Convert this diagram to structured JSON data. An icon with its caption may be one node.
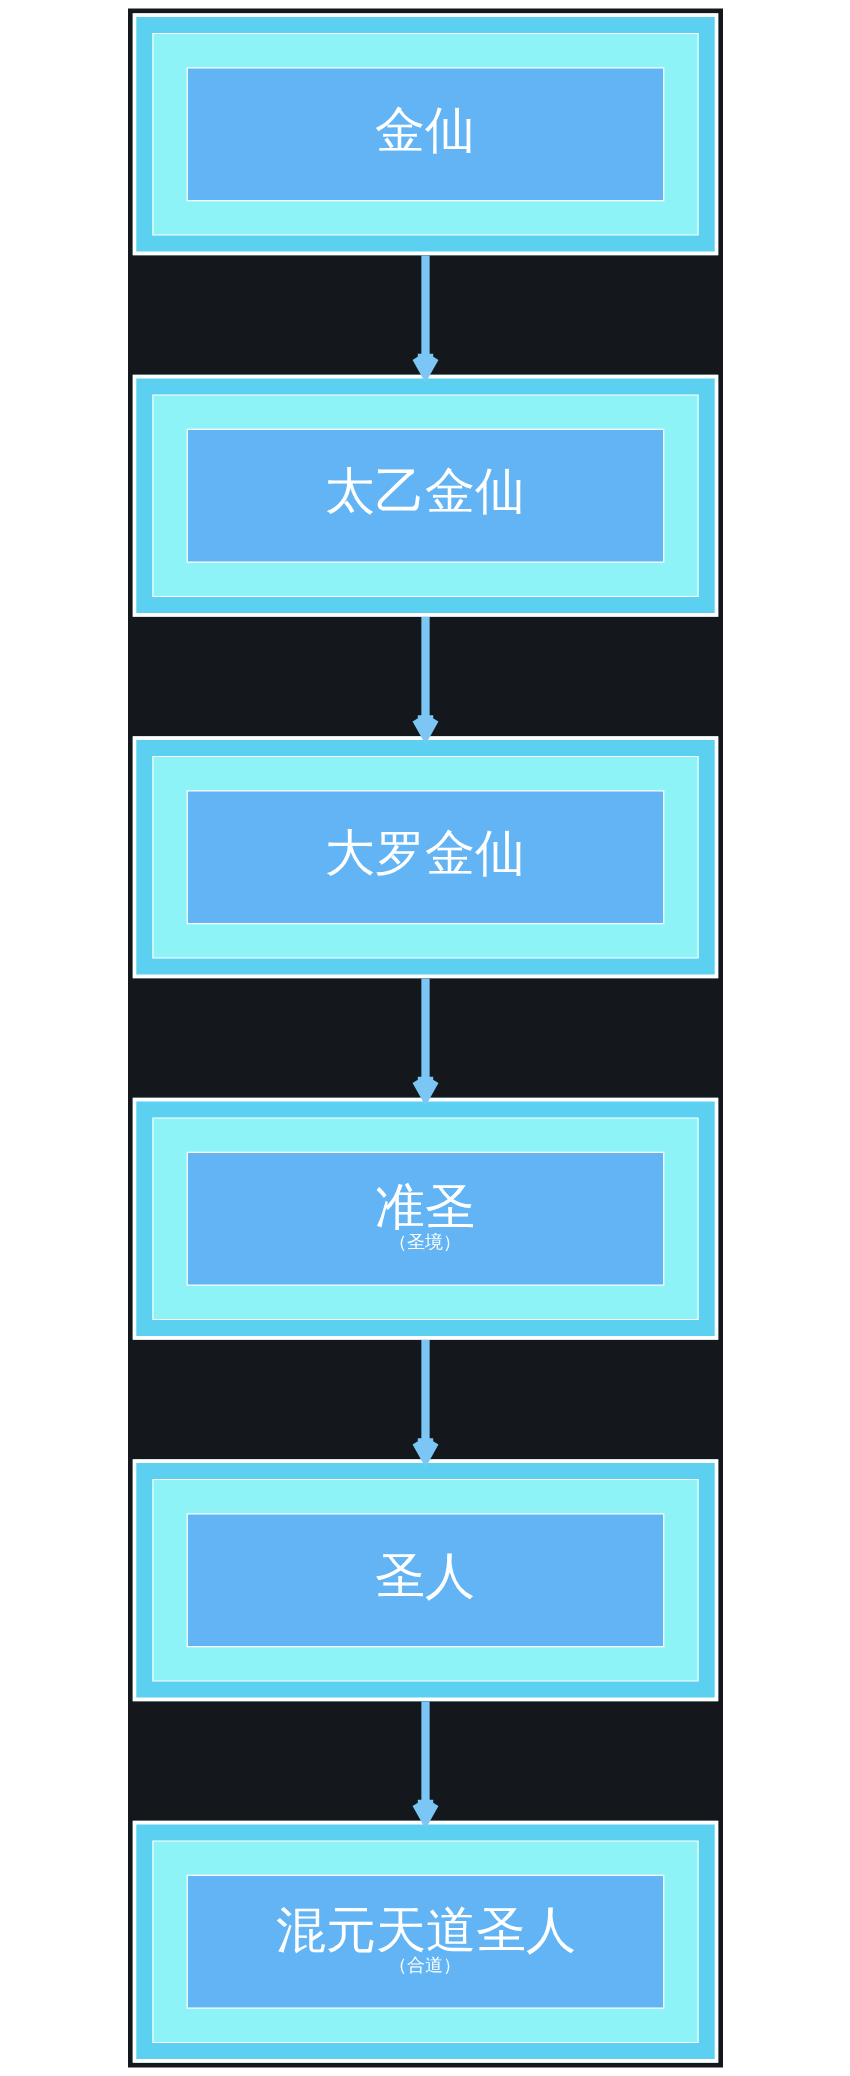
{
  "diagram": {
    "nodes": [
      {
        "text": [
          "金仙"
        ]
      },
      {
        "text": [
          "太乙金仙"
        ]
      },
      {
        "text": [
          "大罗金仙"
        ]
      },
      {
        "text": [
          "准圣",
          "（圣境）"
        ]
      },
      {
        "text": [
          "圣人"
        ]
      },
      {
        "text": [
          "混元天道圣人",
          "（合道）"
        ]
      }
    ],
    "edges": [
      {
        "from": 0,
        "to": 1,
        "arrow": "to"
      },
      {
        "from": 1,
        "to": 2,
        "arrow": "to"
      },
      {
        "from": 2,
        "to": 3,
        "arrow": "to"
      },
      {
        "from": 3,
        "to": 4,
        "arrow": "to"
      },
      {
        "from": 4,
        "to": 5,
        "arrow": "to"
      }
    ]
  }
}
